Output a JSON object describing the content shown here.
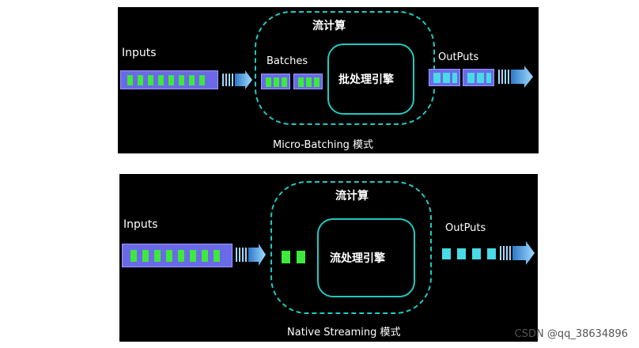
{
  "micro_batching": {
    "stream_compute_label": "流计算",
    "inputs_label": "Inputs",
    "batches_label": "Batches",
    "engine_label": "批处理引擎",
    "outputs_label": "OutPuts",
    "mode_label": "Micro-Batching 模式"
  },
  "native_streaming": {
    "stream_compute_label": "流计算",
    "inputs_label": "Inputs",
    "engine_label": "流处理引擎",
    "outputs_label": "OutPuts",
    "mode_label": "Native Streaming 模式"
  },
  "watermark": "CSDN @qq_38634896",
  "colors": {
    "panel_background": "#000000",
    "teal_accent": "#20c9c0",
    "input_bar": "#6a6ae8",
    "data_green": "#3ee83c",
    "output_cyan": "#48dbe6",
    "arrow_blue": "#58aee8"
  }
}
